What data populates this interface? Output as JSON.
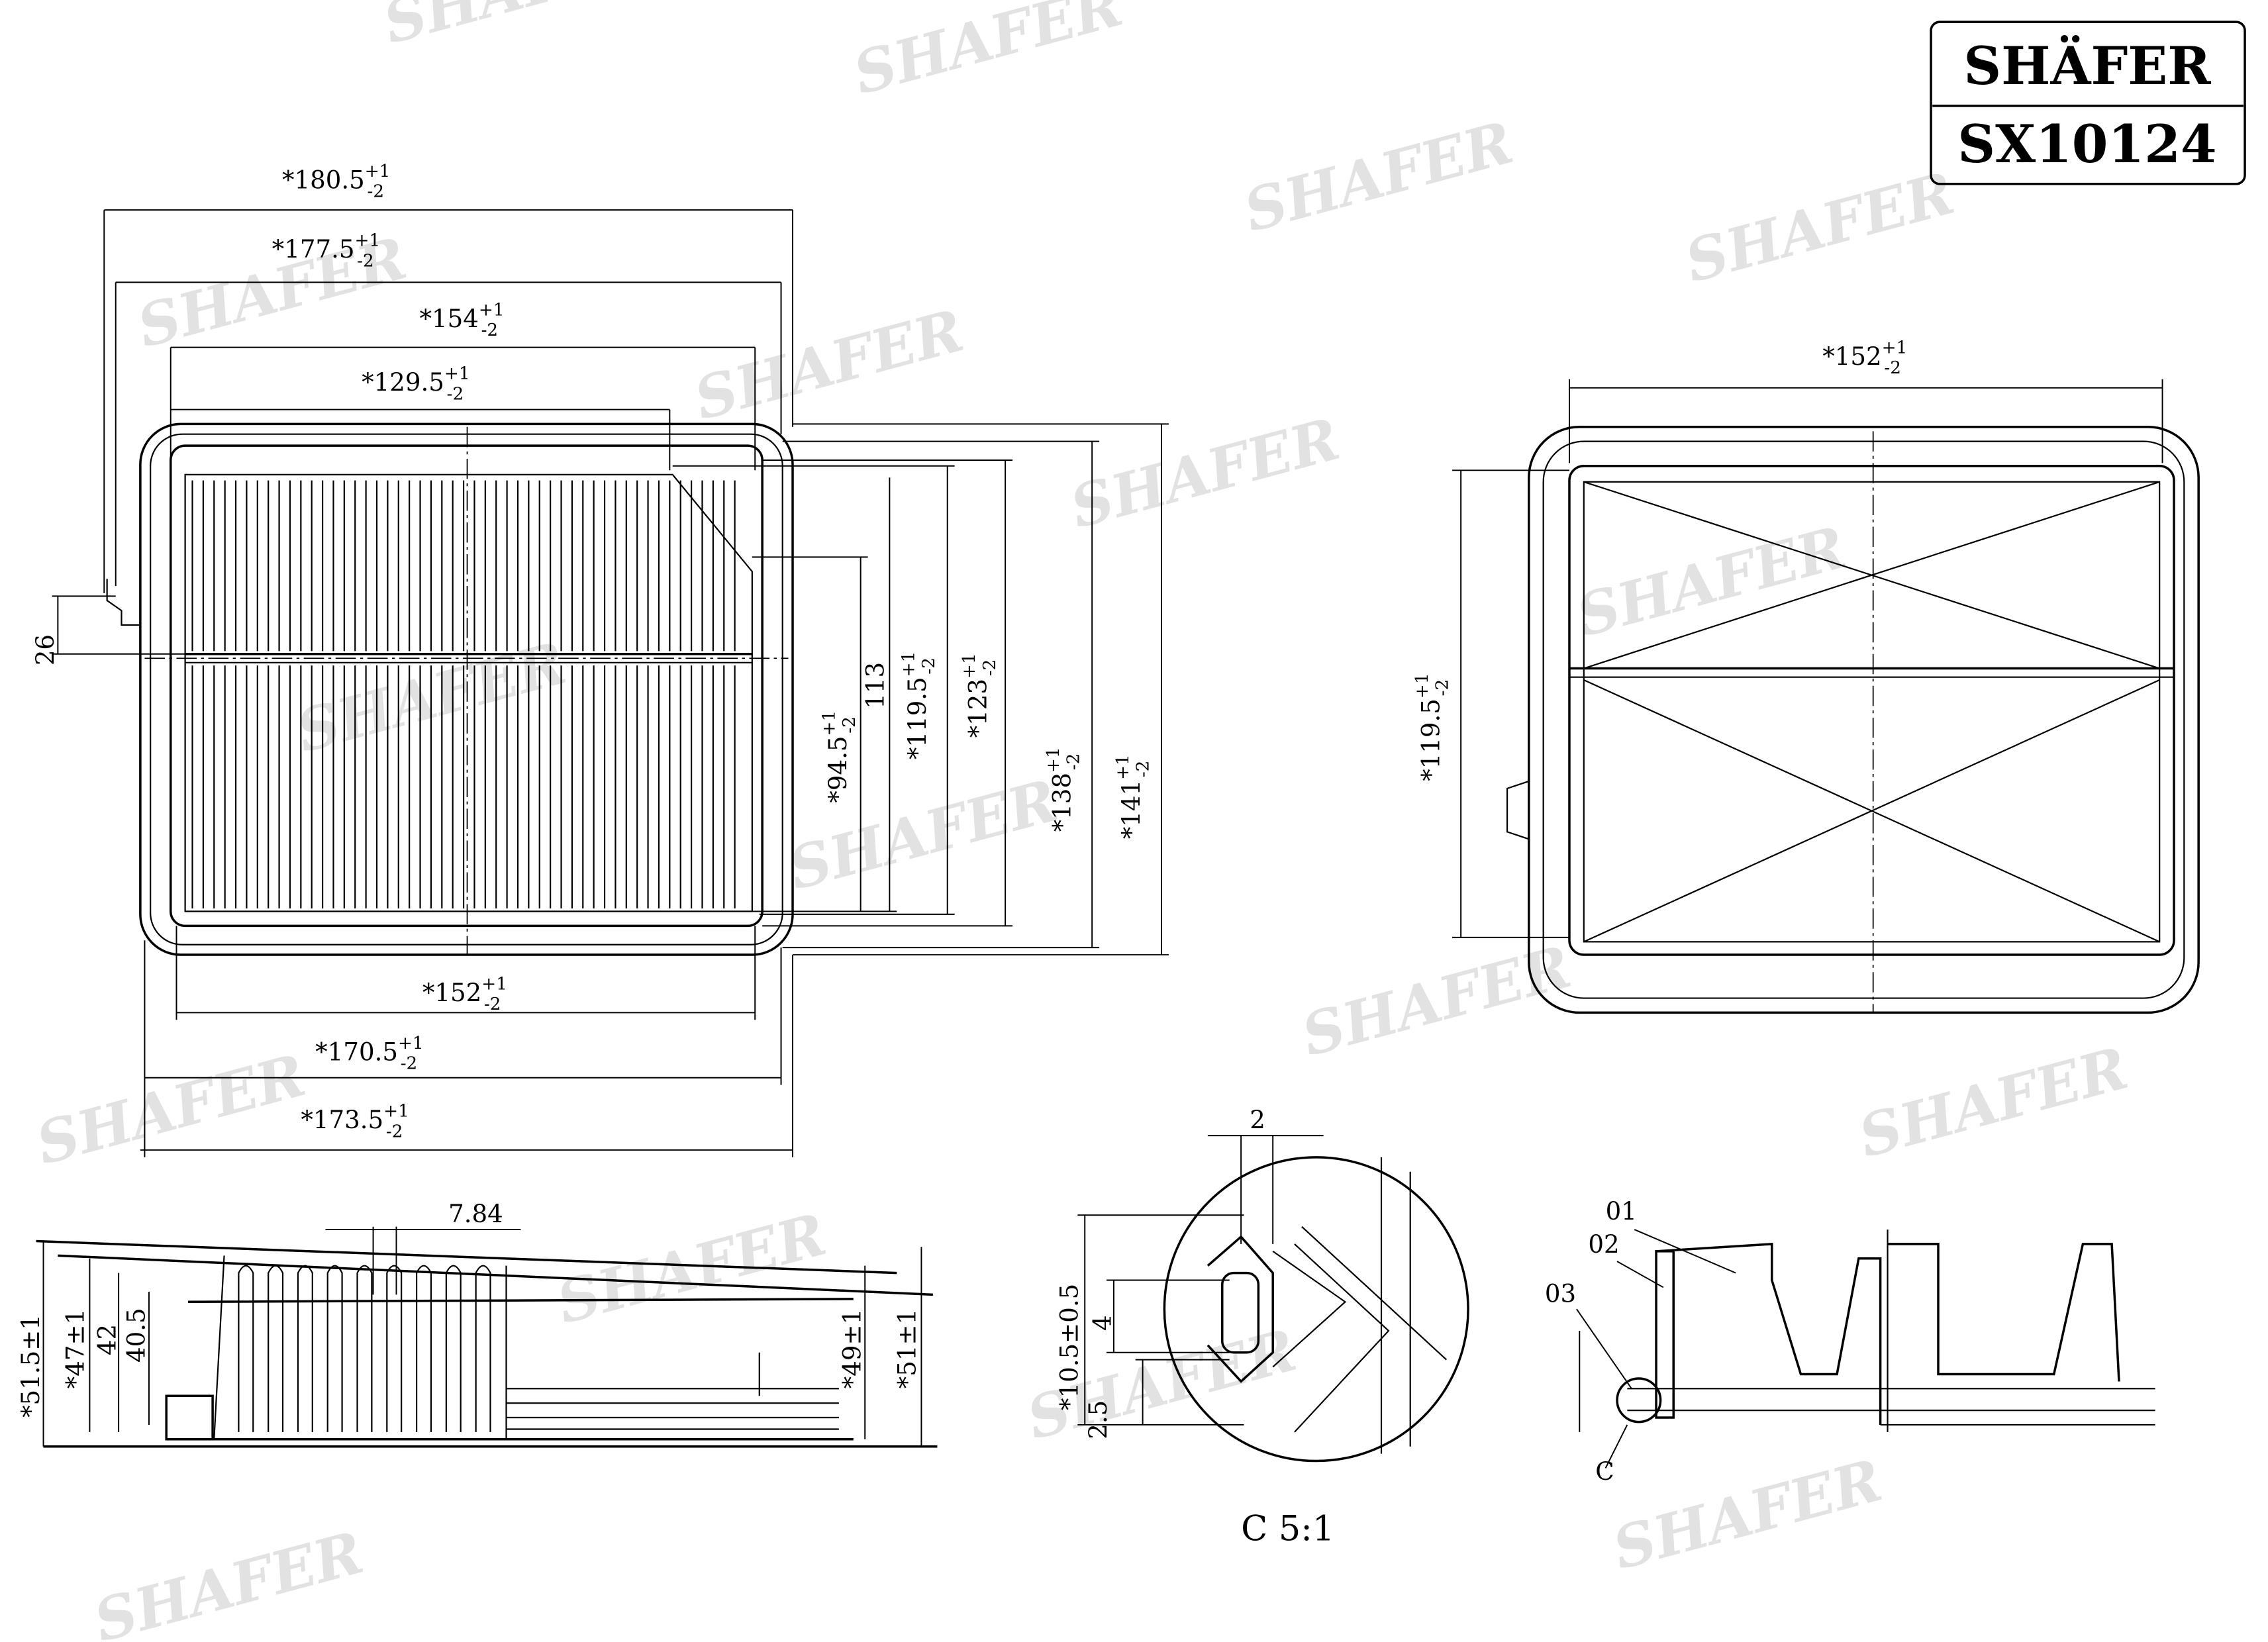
{
  "logo": {
    "brand": "SHÄFER",
    "part_number": "SX10124"
  },
  "watermark": "SHAFER",
  "top_view": {
    "dims": [
      {
        "value": "*180.5",
        "upper": "+1",
        "lower": "-2"
      },
      {
        "value": "*177.5",
        "upper": "+1",
        "lower": "-2"
      },
      {
        "value": "*154",
        "upper": "+1",
        "lower": "-2"
      },
      {
        "value": "*129.5",
        "upper": "+1",
        "lower": "-2"
      },
      {
        "value": "*152",
        "upper": "+1",
        "lower": "-2"
      },
      {
        "value": "*170.5",
        "upper": "+1",
        "lower": "-2"
      },
      {
        "value": "*173.5",
        "upper": "+1",
        "lower": "-2"
      },
      {
        "value": "26"
      },
      {
        "value": "*94.5",
        "upper": "+1",
        "lower": "-2"
      },
      {
        "value": "113"
      },
      {
        "value": "*119.5",
        "upper": "+1",
        "lower": "-2"
      },
      {
        "value": "*123",
        "upper": "+1",
        "lower": "-2"
      },
      {
        "value": "*138",
        "upper": "+1",
        "lower": "-2"
      },
      {
        "value": "*141",
        "upper": "+1",
        "lower": "-2"
      }
    ]
  },
  "bottom_view": {
    "dims": [
      {
        "value": "*152",
        "upper": "+1",
        "lower": "-2"
      },
      {
        "value": "*119.5",
        "upper": "+1",
        "lower": "-2"
      }
    ]
  },
  "side_view": {
    "dims": [
      "*51.5±1",
      "*47±1",
      "42",
      "40.5",
      "7.84",
      "*49±1",
      "*51±1"
    ]
  },
  "detail_c": {
    "dims": [
      "2",
      "*10.5±0.5",
      "4",
      "2.5"
    ],
    "caption": "C 5:1"
  },
  "section_view": {
    "callouts": [
      "01",
      "02",
      "03",
      "C"
    ]
  }
}
